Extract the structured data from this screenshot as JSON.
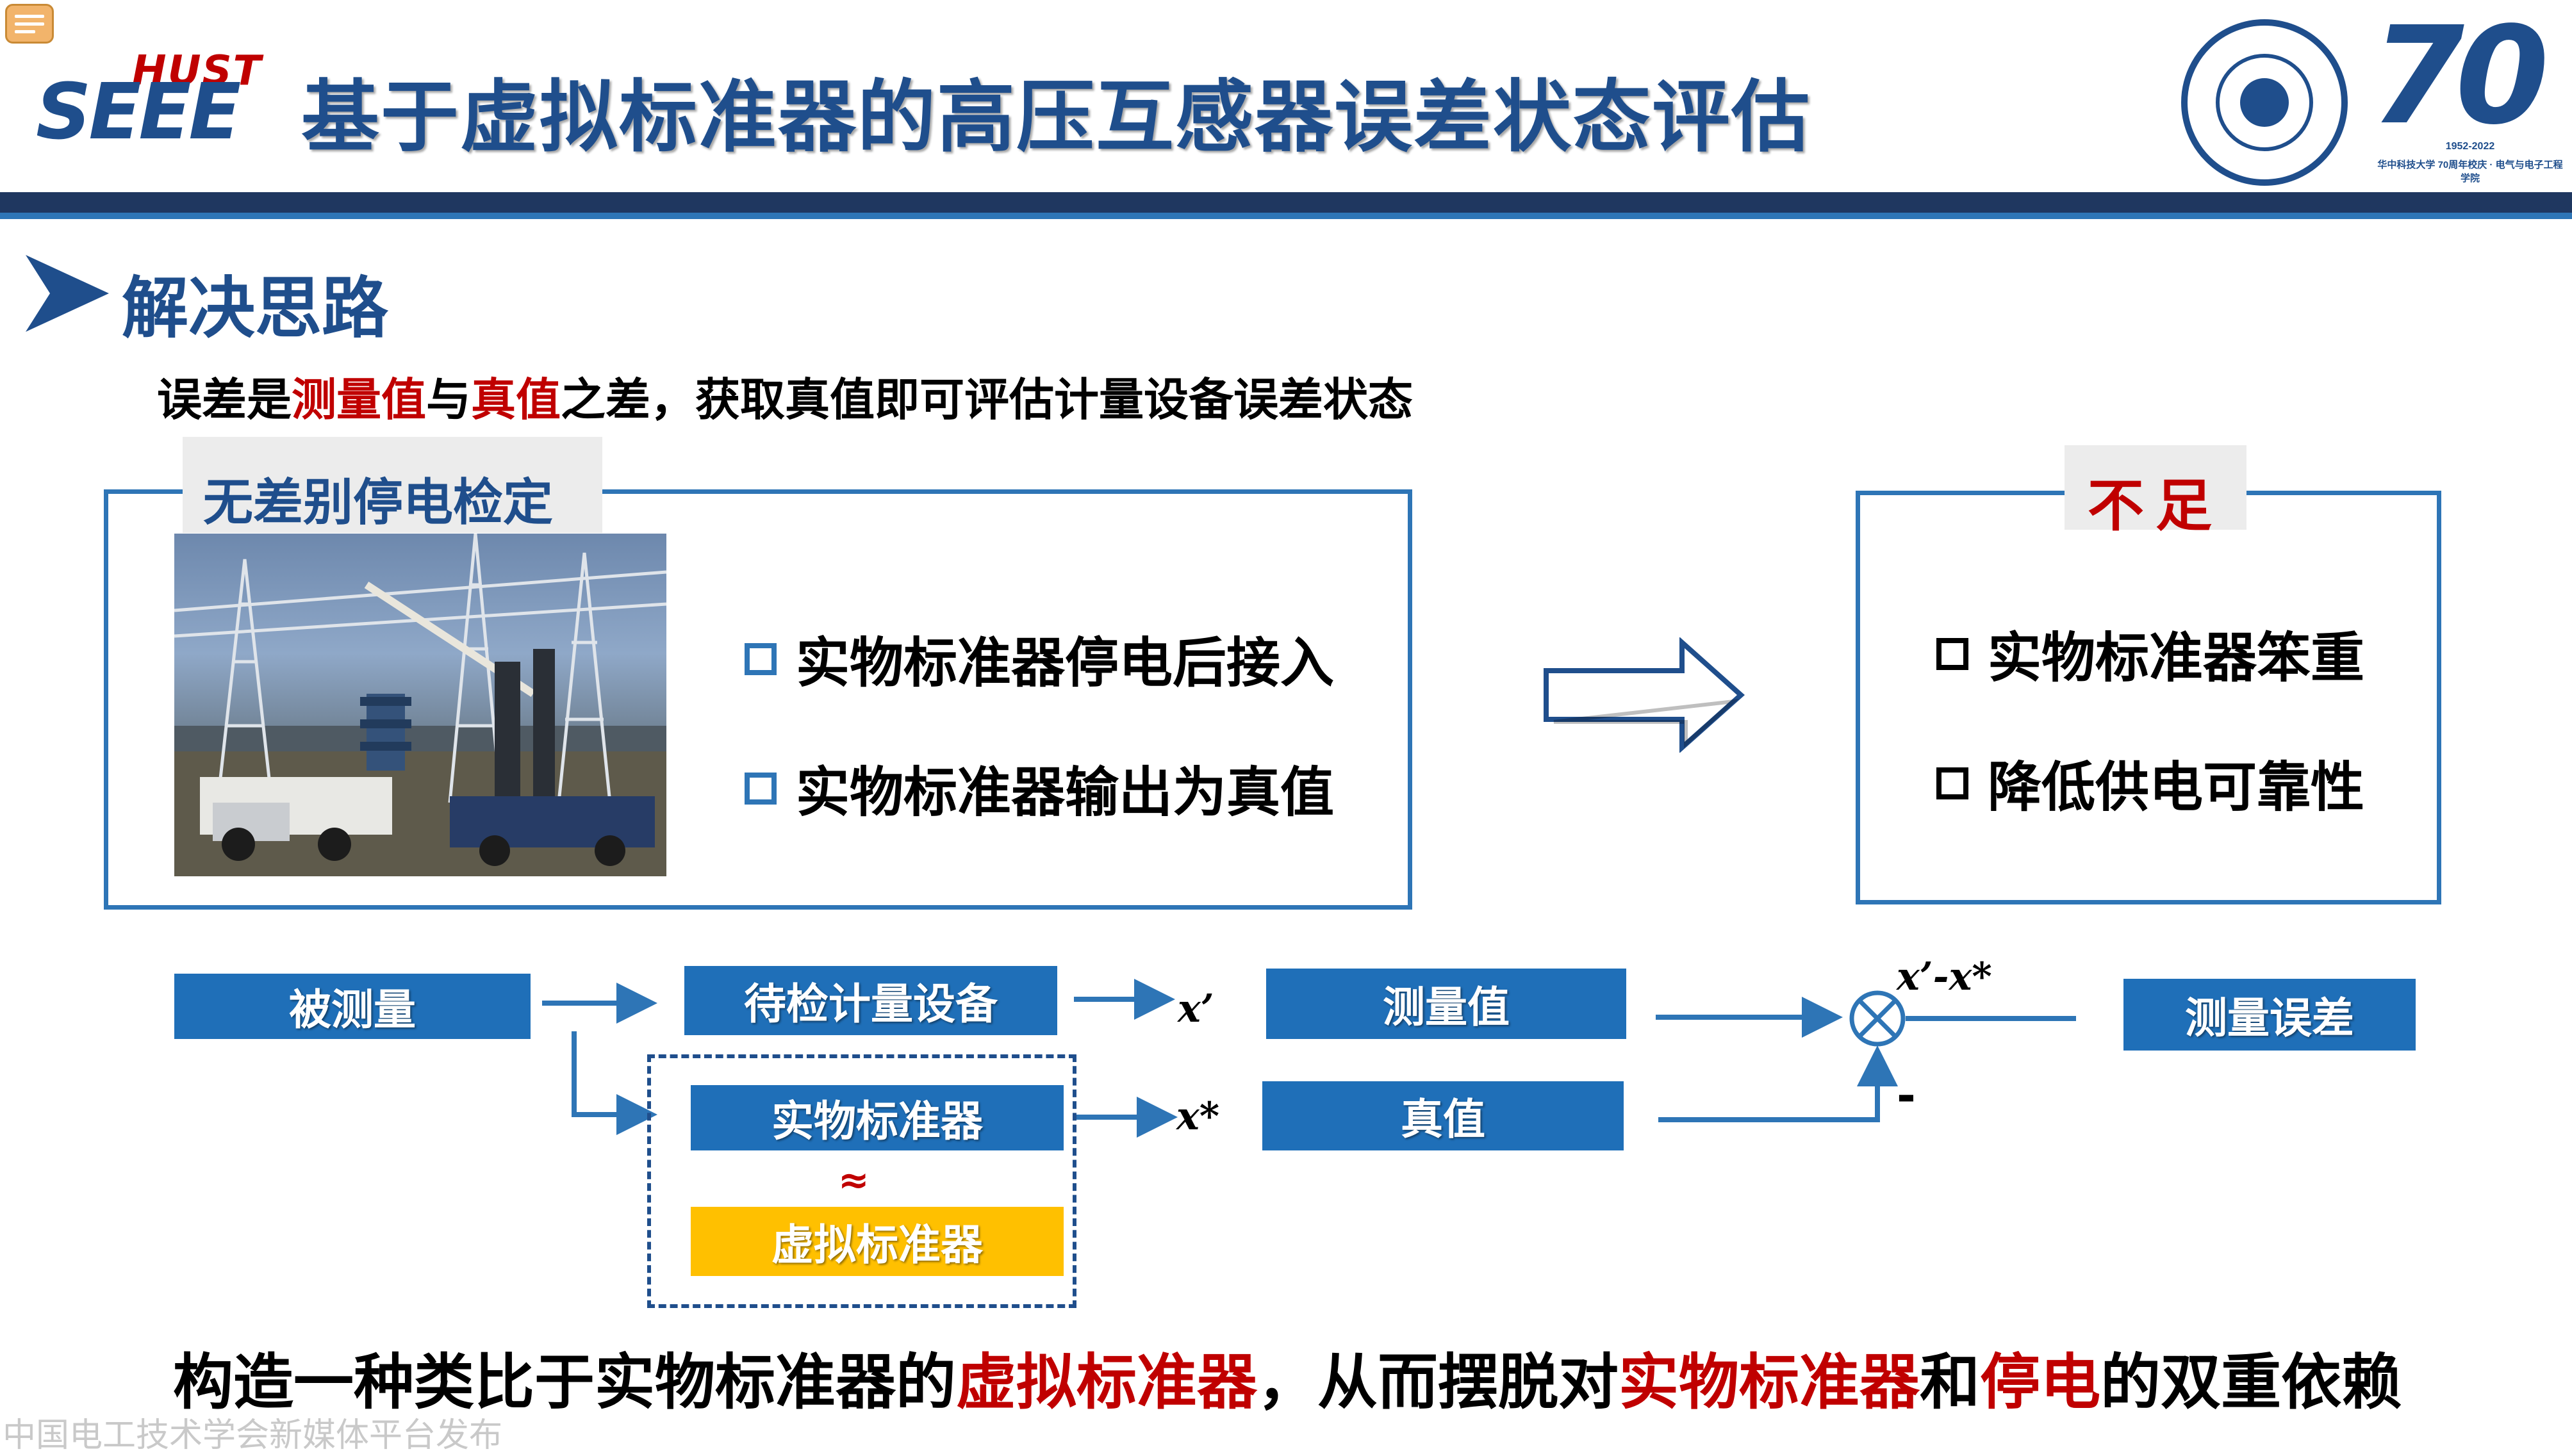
{
  "header": {
    "title": "基于虚拟标准器的高压互感器误差状态评估",
    "logo_top": "HUST",
    "logo_main": "SEEE",
    "anniversary_number": "70",
    "anniversary_years": "1952-2022",
    "anniversary_caption": "华中科技大学 70周年校庆 · 电气与电子工程学院"
  },
  "section": {
    "title": "解决思路"
  },
  "intro": {
    "part1": "误差是",
    "highlight1": "测量值",
    "part2": "与",
    "highlight2": "真值",
    "part3": "之差，获取真值即可评估计量设备误差状态"
  },
  "left_panel": {
    "label": "无差别停电检定",
    "bullets": [
      "实物标准器停电后接入",
      "实物标准器输出为真值"
    ]
  },
  "right_panel": {
    "label": "不足",
    "bullets": [
      "实物标准器笨重",
      "降低供电可靠性"
    ]
  },
  "flow": {
    "measurand": "被测量",
    "device_under_test": "待检计量设备",
    "physical_standard": "实物标准器",
    "approx_symbol": "≈",
    "virtual_standard": "虚拟标准器",
    "measured_value": "测量值",
    "true_value": "真值",
    "measurement_error": "测量误差",
    "x_prime": "x’",
    "x_star": "x*",
    "x_diff": "x’-x*",
    "minus_sign": "-"
  },
  "conclusion": {
    "part1": "构造一种类比于实物标准器的",
    "highlight1": "虚拟标准器",
    "part2": "，从而摆脱对",
    "highlight2": "实物标准器",
    "part3": "和",
    "highlight3": "停电",
    "part4": "的双重依赖"
  },
  "watermark": "中国电工技术学会新媒体平台发布",
  "colors": {
    "brand_blue": "#1f4e8c",
    "box_blue": "#1f6fb8",
    "border_blue": "#2e75b6",
    "highlight_red": "#c00000",
    "virtual_yellow": "#ffc000"
  },
  "icons": [
    "comment-note-icon",
    "chevron-right-icon",
    "hollow-square-bullet-icon",
    "block-arrow-right-icon",
    "summing-junction-icon"
  ]
}
